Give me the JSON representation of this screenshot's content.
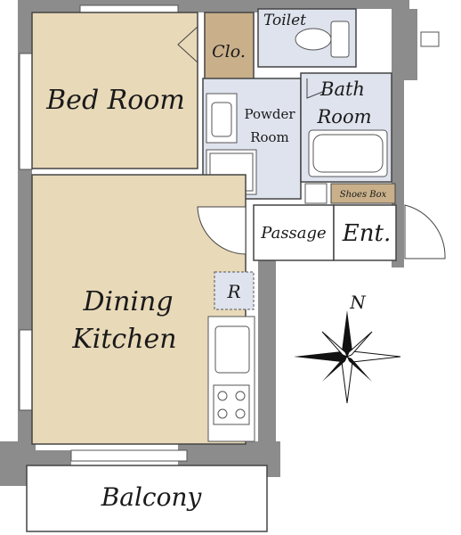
{
  "rooms": {
    "bed_room": "Bed Room",
    "closet": "Clo.",
    "toilet": "Toilet",
    "powder_room_line1": "Powder",
    "powder_room_line2": "Room",
    "bath_room_line1": "Bath",
    "bath_room_line2": "Room",
    "shoes_box": "Shoes Box",
    "passage": "Passage",
    "entrance": "Ent.",
    "refrigerator": "R",
    "dining_line1": "Dining",
    "dining_line2": "Kitchen",
    "balcony": "Balcony",
    "north": "N"
  },
  "colors": {
    "wall": "#8c8c8c",
    "room_floor": "#e8d9b8",
    "wet_floor": "#dfe3ee",
    "closet": "#c9b08a",
    "outline": "#444444"
  }
}
